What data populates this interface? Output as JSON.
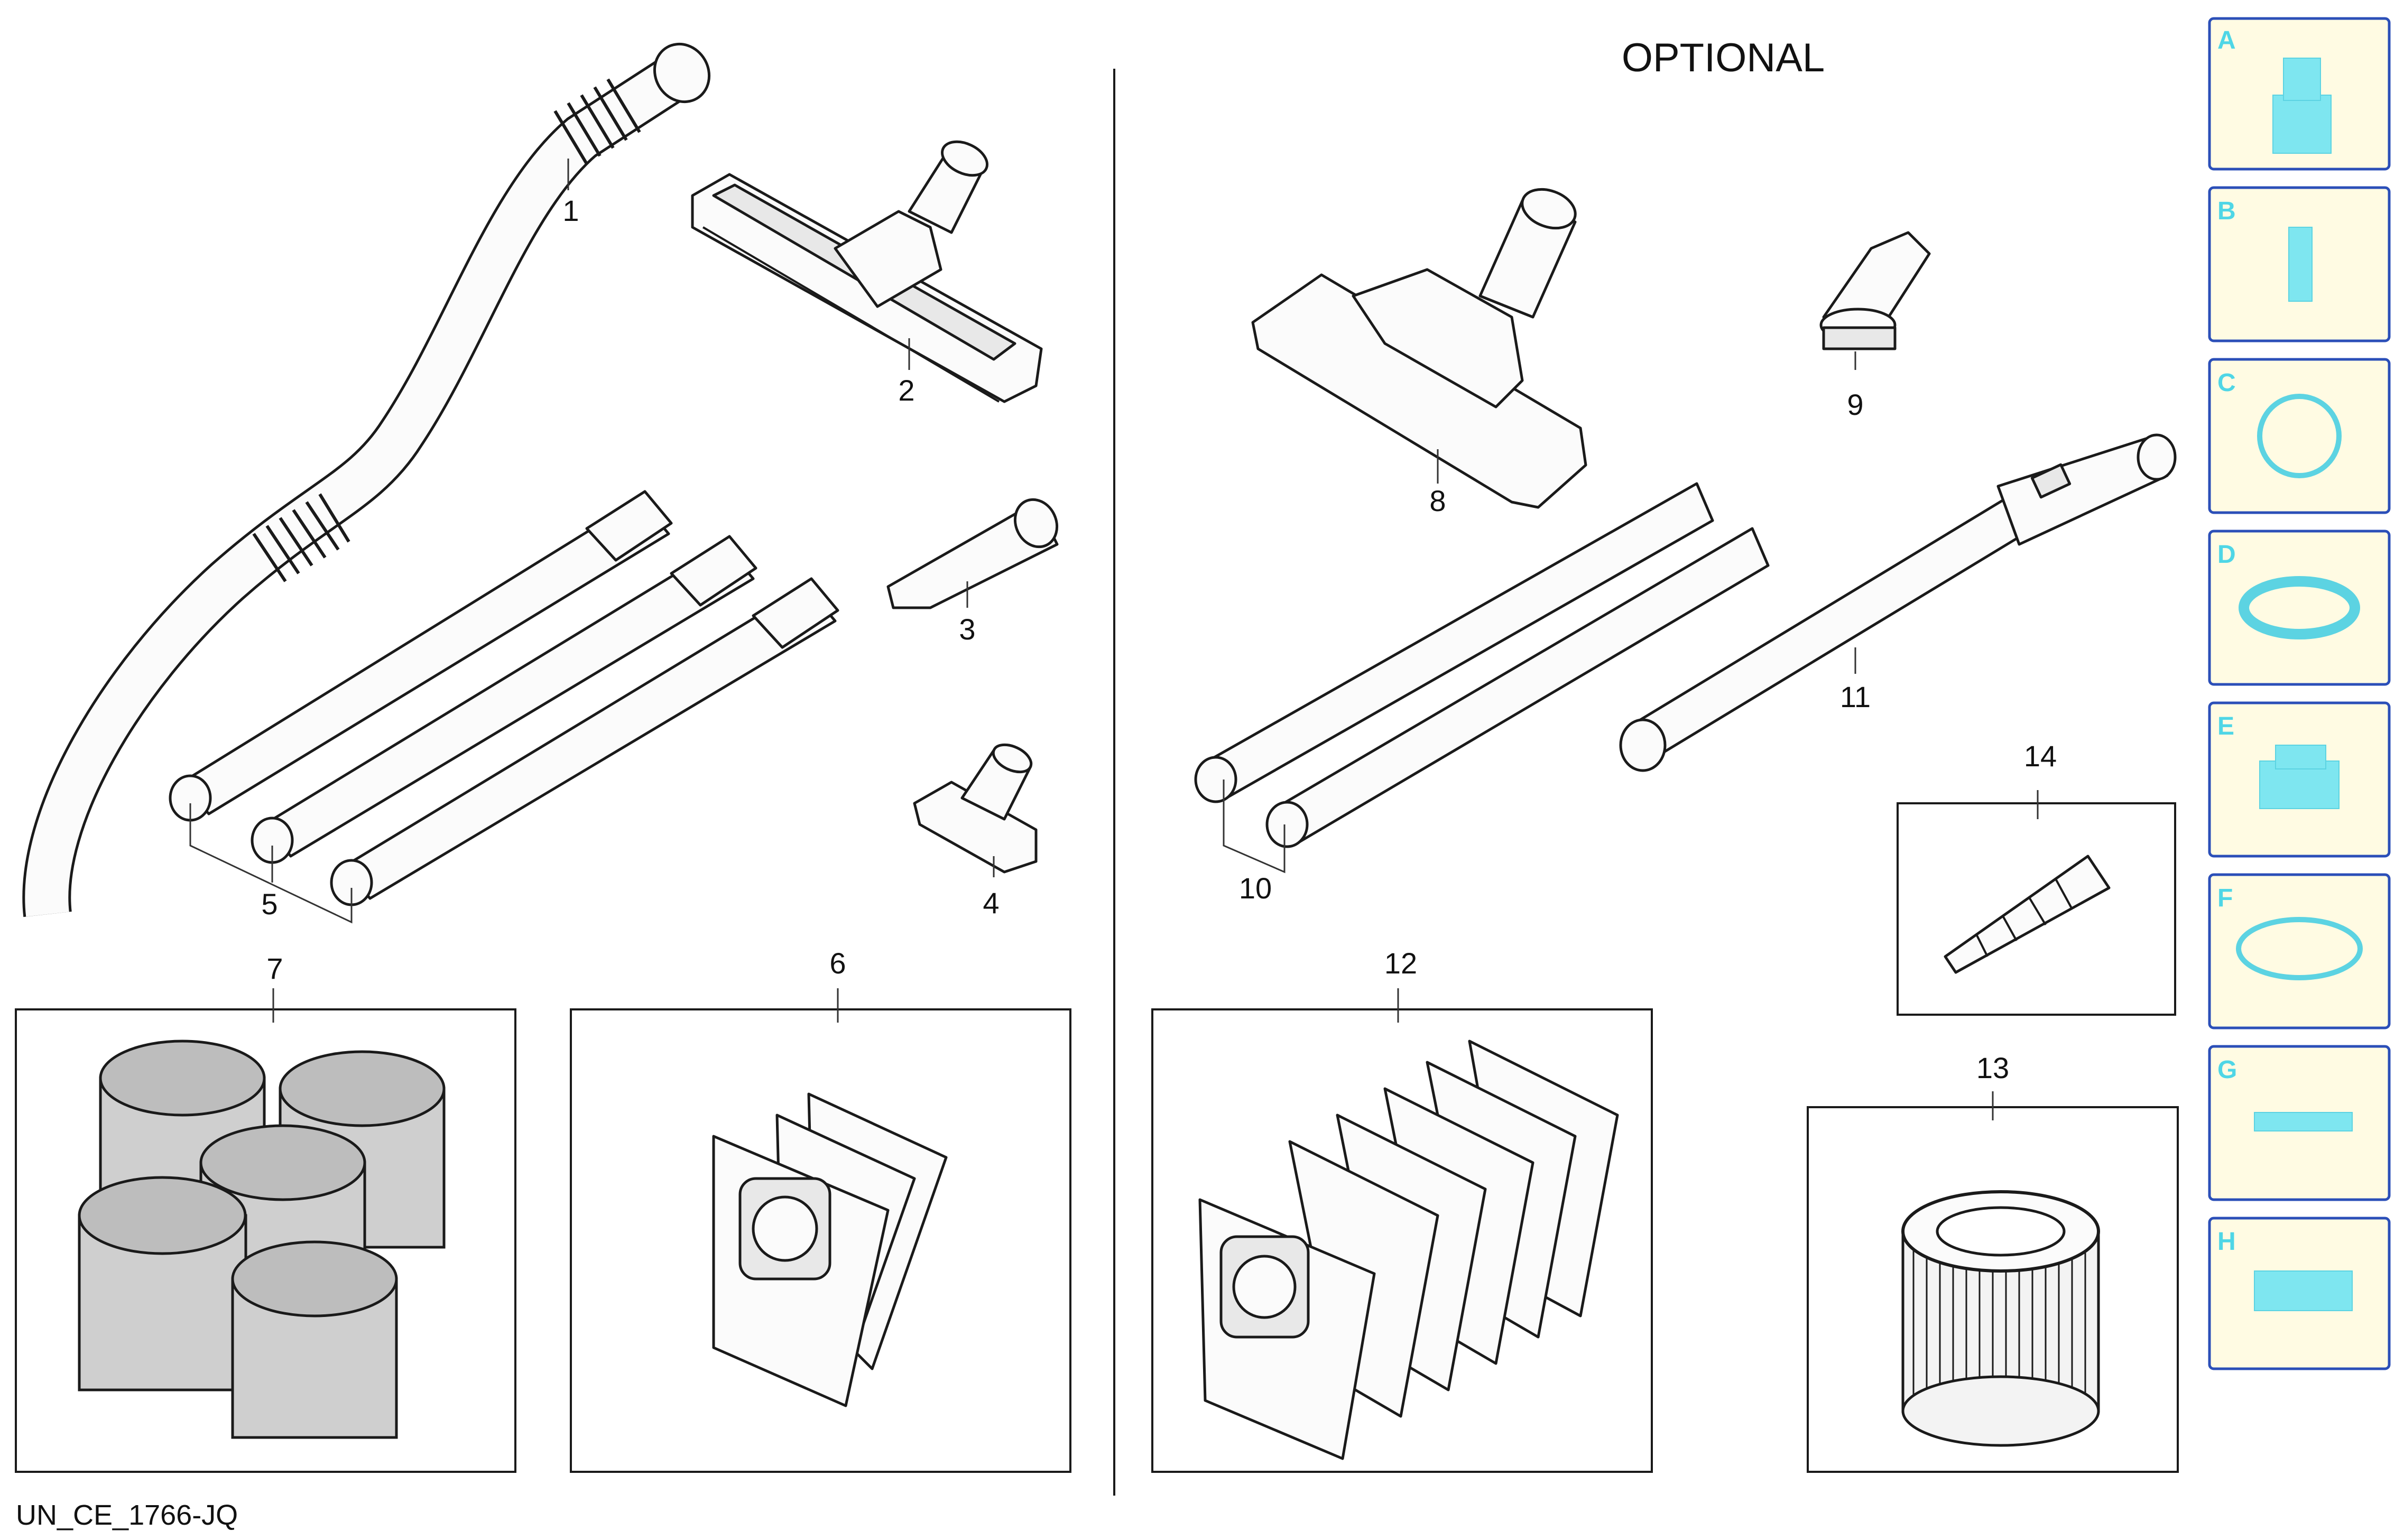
{
  "diagram": {
    "title": "OPTIONAL",
    "drawing_code": "UN_CE_1766-JQ",
    "callouts": [
      "1",
      "2",
      "3",
      "4",
      "5",
      "6",
      "7",
      "8",
      "9",
      "10",
      "11",
      "12",
      "13",
      "14"
    ]
  },
  "side_tabs": [
    "A",
    "B",
    "C",
    "D",
    "E",
    "F",
    "G",
    "H"
  ],
  "colors": {
    "tab_fill": "#fffbe3",
    "tab_border": "#2b4fb8",
    "tab_icon": "#7ee6f0",
    "line_art": "#1a1a1a"
  }
}
